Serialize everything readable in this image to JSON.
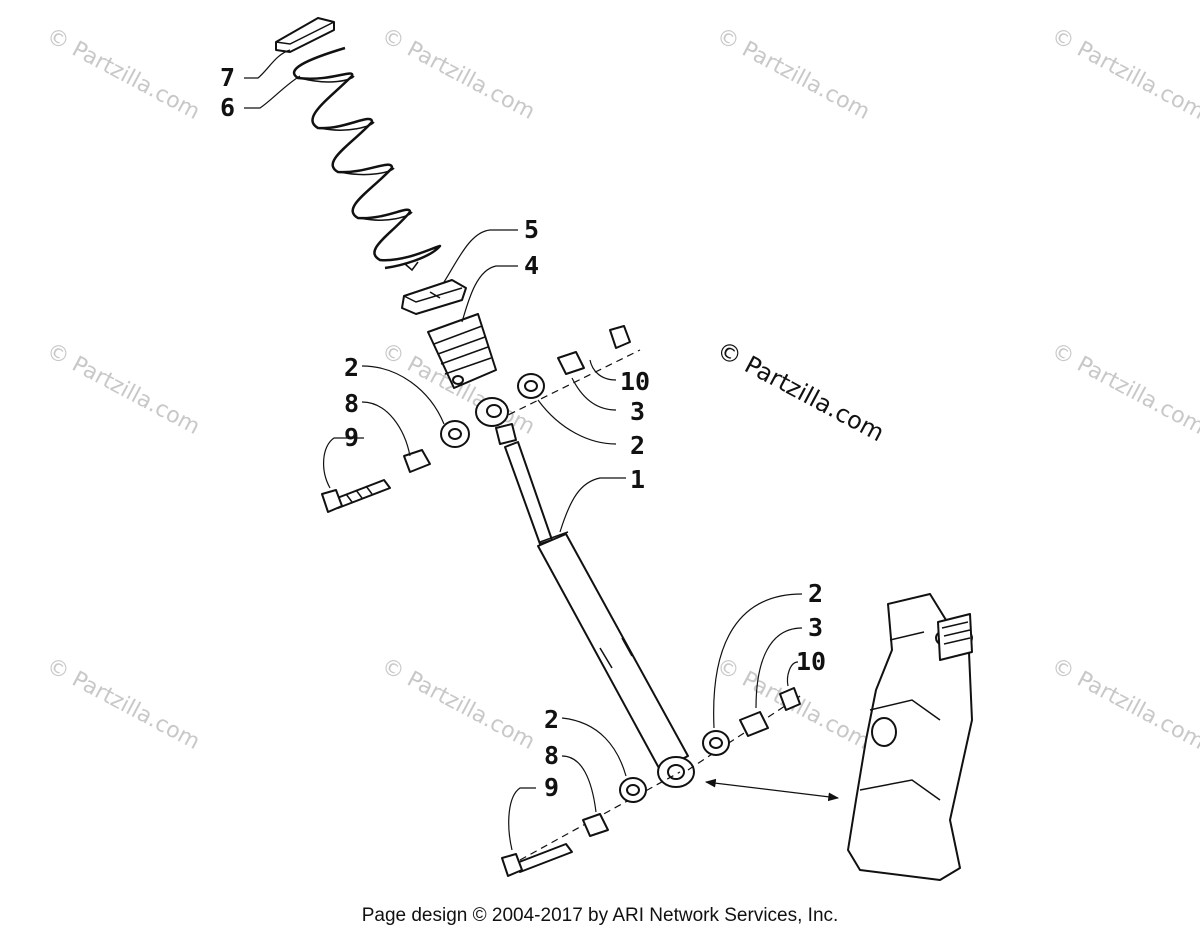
{
  "watermark": {
    "text": "© Partzilla.com"
  },
  "main_watermark": {
    "text": "© Partzilla.com"
  },
  "callouts": {
    "shock_absorber": "1",
    "bushing_a": "2",
    "bushing_b": "3",
    "stopper": "4",
    "stopper_cap": "5",
    "spring": "6",
    "spring_retainer": "7",
    "sleeve": "8",
    "bolt": "9",
    "nut": "10"
  },
  "footer": {
    "text": "Page design © 2004-2017 by ARI Network Services, Inc."
  }
}
